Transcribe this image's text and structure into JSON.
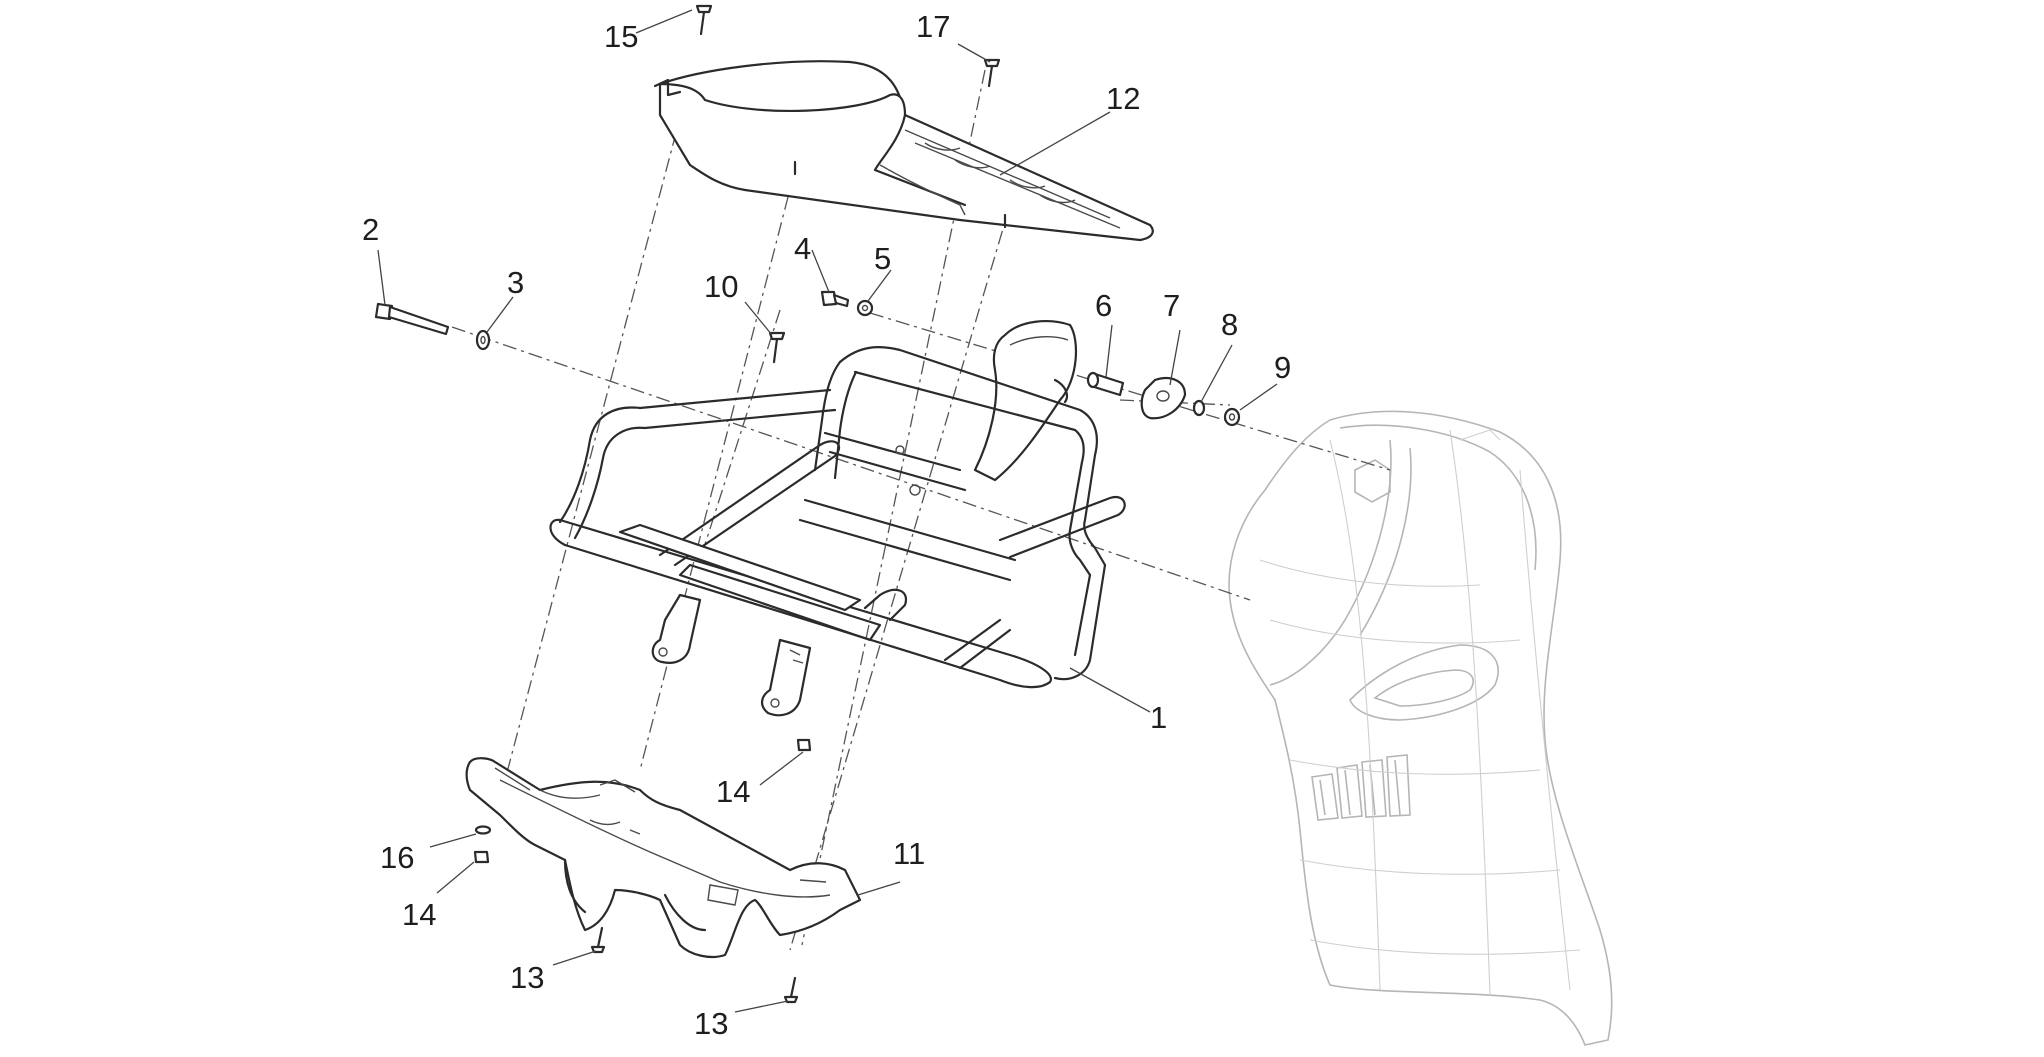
{
  "diagram": {
    "callouts": {
      "c1": "1",
      "c2": "2",
      "c3": "3",
      "c4": "4",
      "c5": "5",
      "c6": "6",
      "c7": "7",
      "c8": "8",
      "c9": "9",
      "c10": "10",
      "c11": "11",
      "c12": "12",
      "c13a": "13",
      "c13b": "13",
      "c14a": "14",
      "c14b": "14",
      "c15": "15",
      "c16": "16",
      "c17": "17"
    },
    "colors": {
      "line": "#2b2b2b",
      "ghost": "#b5b5b5",
      "background": "#ffffff"
    }
  }
}
